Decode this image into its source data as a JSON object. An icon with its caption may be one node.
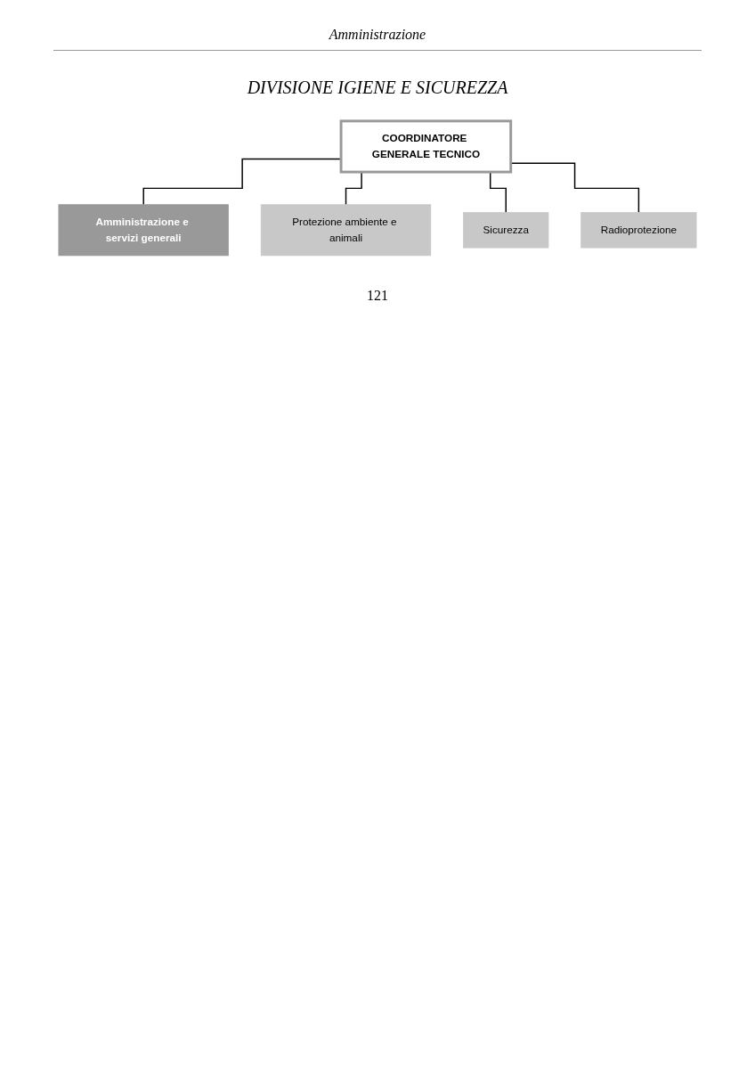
{
  "diagram": {
    "title": "DIVISIONE IGIENE E SICUREZZA",
    "nodes": [
      {
        "text": [
          "COORDINATORE GENERALE TECNICO"
        ]
      },
      {
        "text": [
          "Amministrazione e servizi generali"
        ]
      },
      {
        "text": [
          "Protezione ambiente e animali"
        ]
      },
      {
        "text": [
          "Sicurezza"
        ]
      },
      {
        "text": [
          "Radioprotezione"
        ]
      }
    ],
    "edges": [
      {
        "from": 0,
        "to": 1,
        "arrow": "none"
      },
      {
        "from": 0,
        "to": 2,
        "arrow": "none"
      },
      {
        "from": 0,
        "to": 3,
        "arrow": "none"
      },
      {
        "from": 0,
        "to": 4,
        "arrow": "none"
      }
    ],
    "labels": [
      "Amministrazione",
      "121"
    ]
  }
}
